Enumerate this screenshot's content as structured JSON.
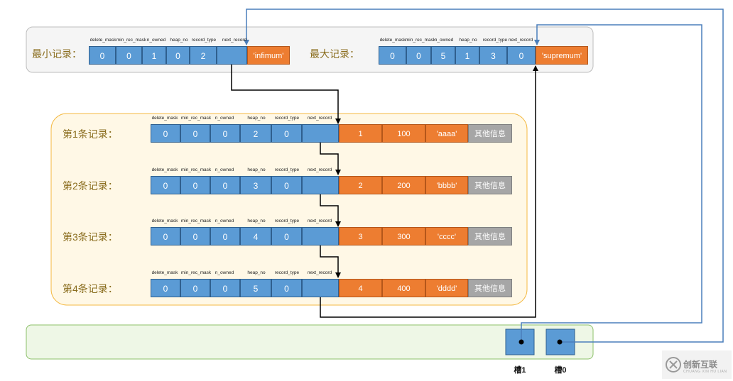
{
  "field_names": [
    "delete_mask",
    "min_rec_mask",
    "n_owned",
    "heap_no",
    "record_type",
    "next_record"
  ],
  "infimum": {
    "label": "最小记录：",
    "fields": [
      "0",
      "0",
      "1",
      "0",
      "2"
    ],
    "value": "'infimum'"
  },
  "supremum": {
    "label": "最大记录：",
    "fields": [
      "0",
      "0",
      "5",
      "1",
      "3",
      "0"
    ],
    "value": "'supremum'"
  },
  "records": [
    {
      "label": "第1条记录：",
      "fields": [
        "0",
        "0",
        "0",
        "2",
        "0"
      ],
      "cols": [
        "1",
        "100",
        "'aaaa'"
      ],
      "extra": "其他信息"
    },
    {
      "label": "第2条记录：",
      "fields": [
        "0",
        "0",
        "0",
        "3",
        "0"
      ],
      "cols": [
        "2",
        "200",
        "'bbbb'"
      ],
      "extra": "其他信息"
    },
    {
      "label": "第3条记录：",
      "fields": [
        "0",
        "0",
        "0",
        "4",
        "0"
      ],
      "cols": [
        "3",
        "300",
        "'cccc'"
      ],
      "extra": "其他信息"
    },
    {
      "label": "第4条记录：",
      "fields": [
        "0",
        "0",
        "0",
        "5",
        "0"
      ],
      "cols": [
        "4",
        "400",
        "'dddd'"
      ],
      "extra": "其他信息"
    }
  ],
  "slots": [
    {
      "label": "槽1"
    },
    {
      "label": "槽0"
    }
  ],
  "watermark": {
    "text": "创新互联",
    "sub": "CHUANG XIN HU LIAN"
  },
  "colors": {
    "field_blue": "#5b9bd5",
    "value_orange": "#ed7d31",
    "extra_gray": "#a6a6a6",
    "pointer_blue": "#4a7ebb",
    "records_border": "#f4b942"
  }
}
